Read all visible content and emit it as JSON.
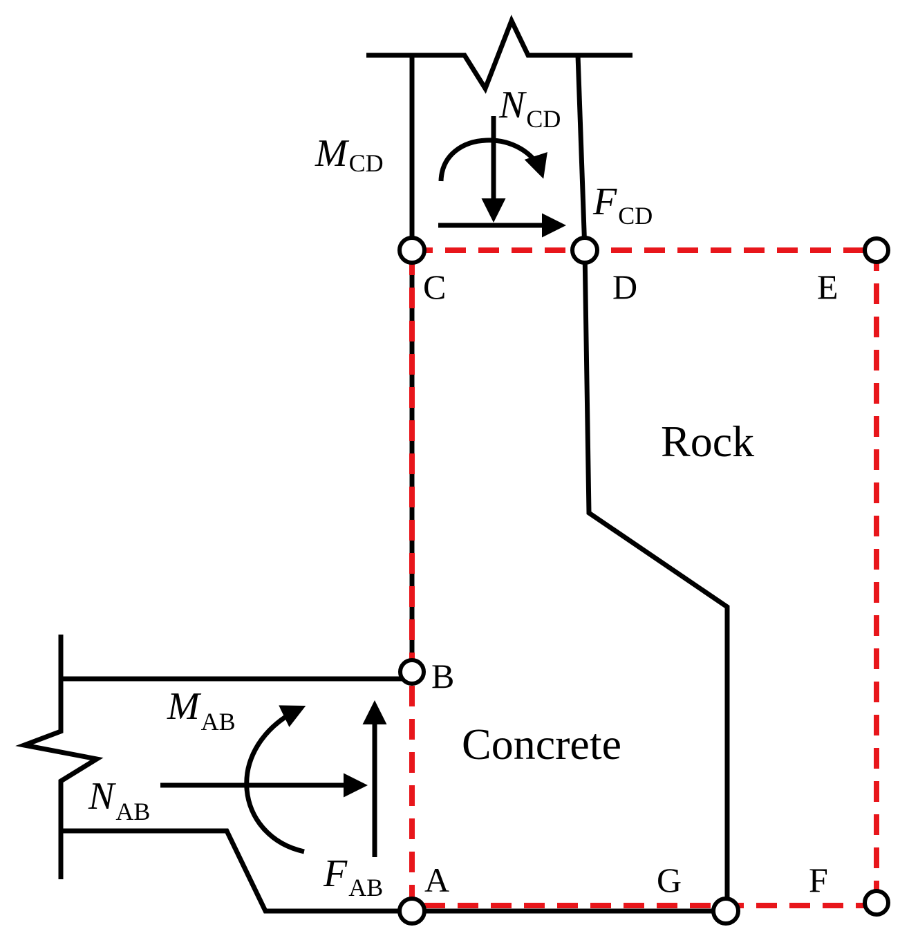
{
  "diagram": {
    "points": {
      "A": "A",
      "B": "B",
      "C": "C",
      "D": "D",
      "E": "E",
      "F": "F",
      "G": "G"
    },
    "regions": {
      "rock": "Rock",
      "concrete": "Concrete"
    },
    "forces": {
      "M_CD": {
        "symbol": "M",
        "sub": "CD"
      },
      "N_CD": {
        "symbol": "N",
        "sub": "CD"
      },
      "F_CD": {
        "symbol": "F",
        "sub": "CD"
      },
      "M_AB": {
        "symbol": "M",
        "sub": "AB"
      },
      "N_AB": {
        "symbol": "N",
        "sub": "AB"
      },
      "F_AB": {
        "symbol": "F",
        "sub": "AB"
      }
    },
    "colors": {
      "boundary_dashed": "#e8161b",
      "structure": "#000000",
      "node_fill": "#ffffff"
    }
  }
}
